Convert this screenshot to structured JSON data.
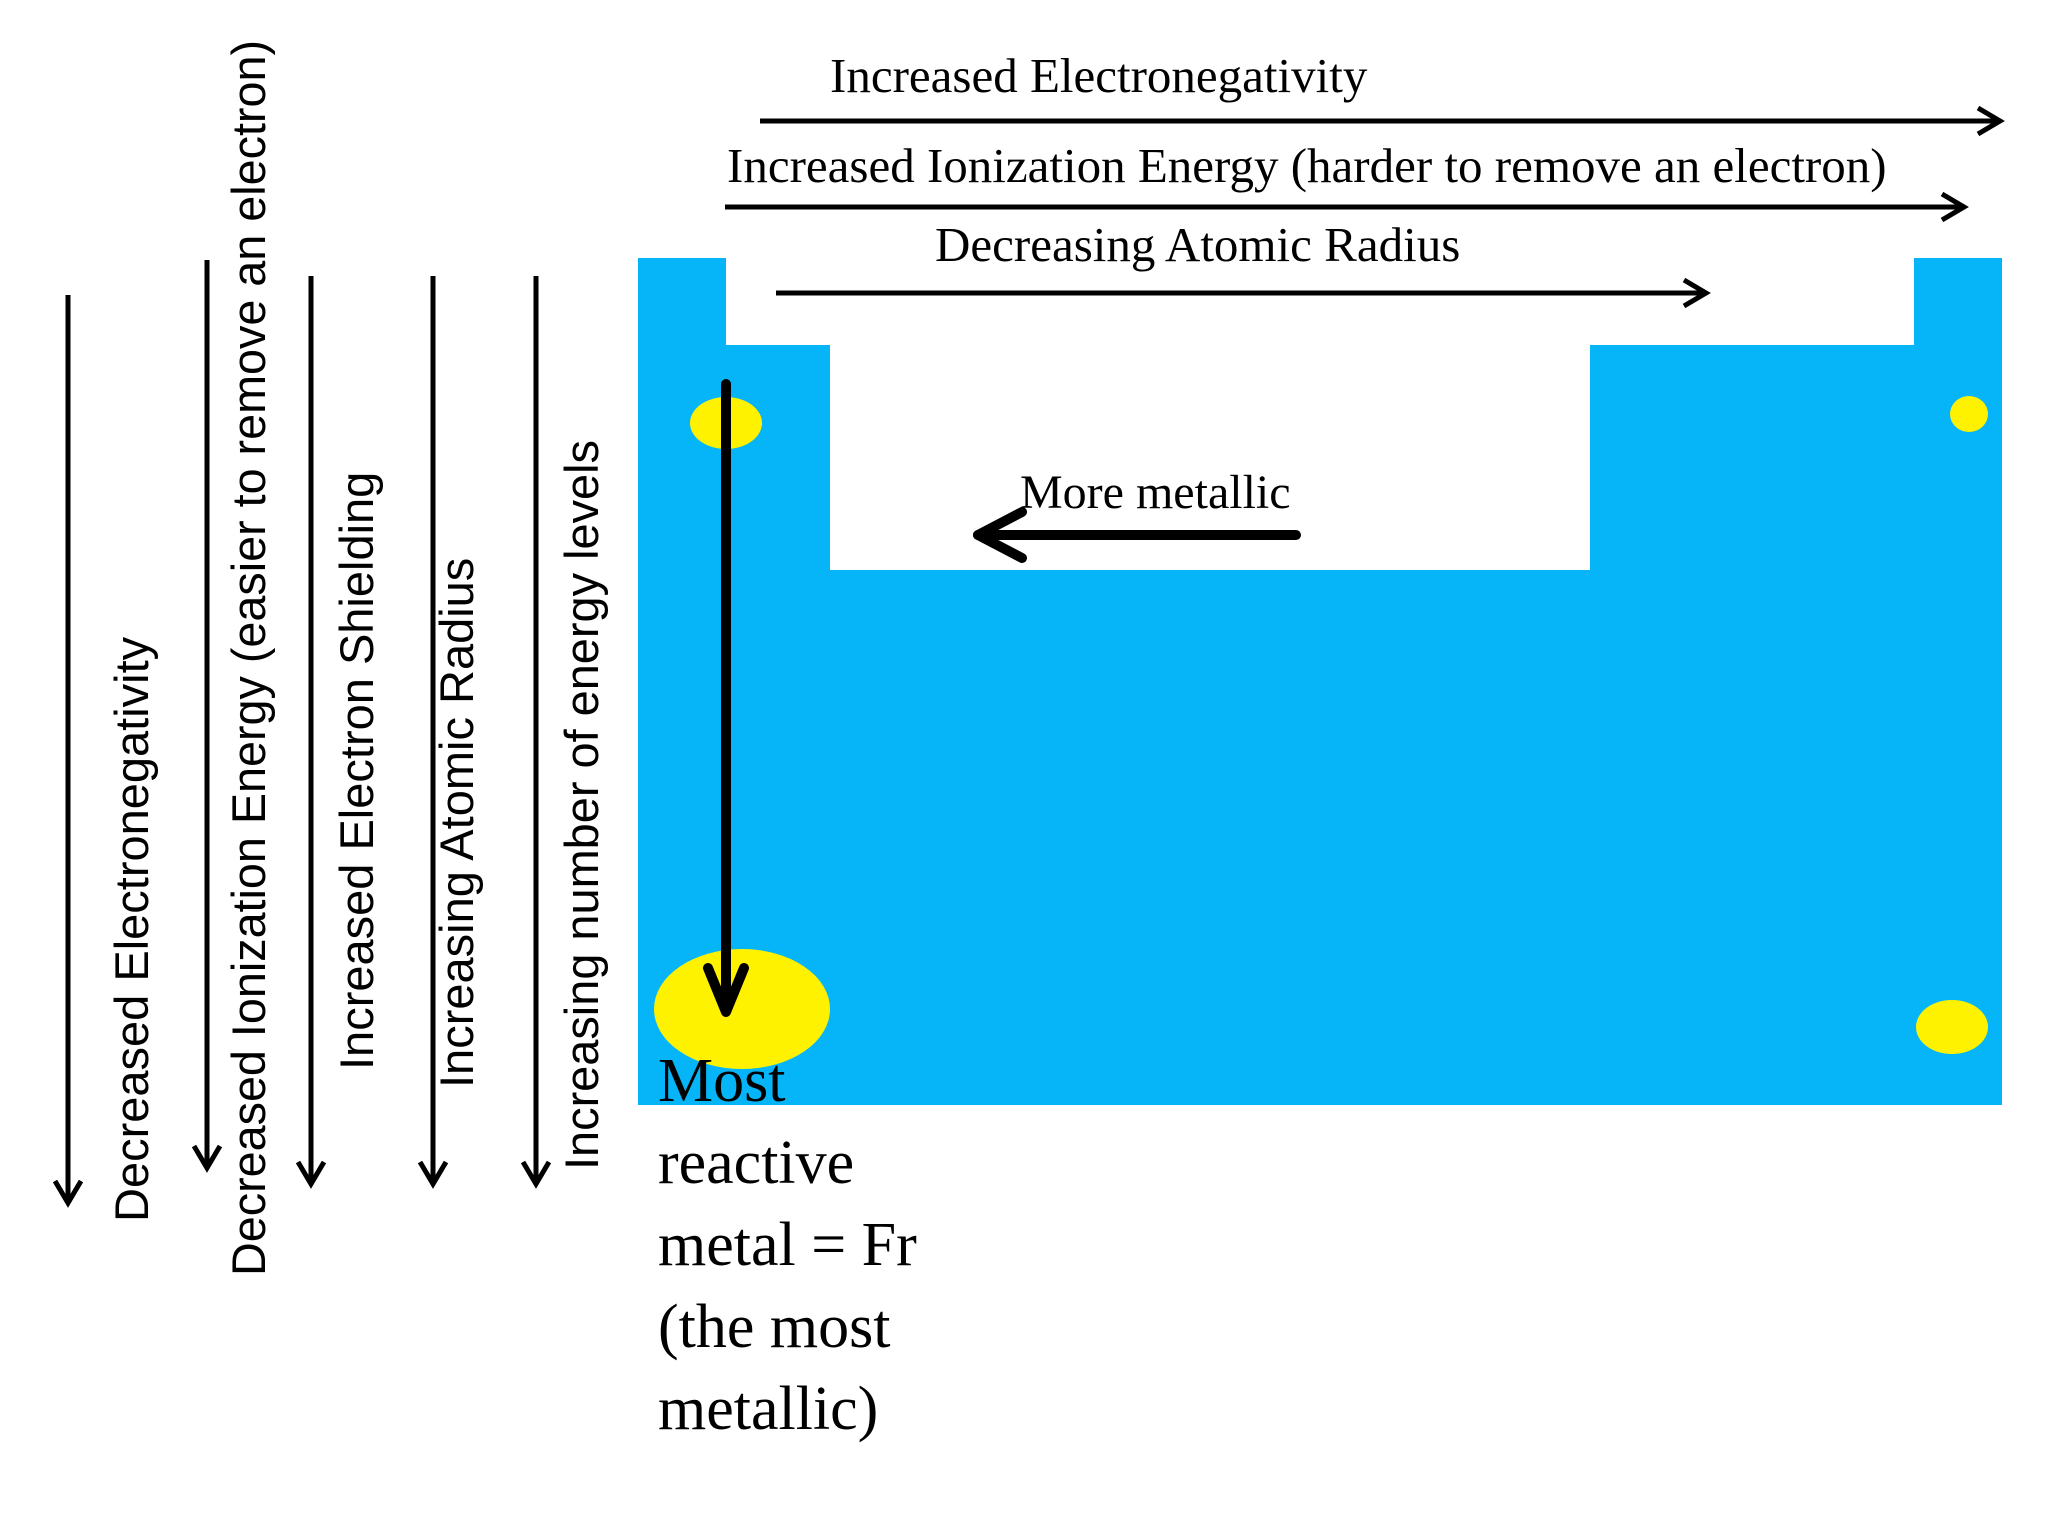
{
  "colors": {
    "table_fill": "#05B5F7",
    "highlight": "#FFF200",
    "arrow": "#000000",
    "background": "#FFFFFF"
  },
  "top_labels": {
    "electronegativity": "Increased Electronegativity",
    "ionization": "Increased Ionization Energy (harder to remove an electron)",
    "radius": "Decreasing Atomic Radius"
  },
  "side_labels": {
    "electronegativity": "Decreased Electronegativity",
    "ionization": "Decreased Ionization Energy (easier to remove an electron)",
    "shielding": "Increased Electron Shielding",
    "radius": "Increasing Atomic Radius",
    "energy_levels": "Increasing number of energy levels"
  },
  "metallic_label": "More metallic",
  "reactive_note": {
    "line1": "Most",
    "line2": "reactive",
    "line3": "metal = Fr",
    "line4": "(the most",
    "line5": "metallic)"
  },
  "icons": {
    "arrow": "arrow-icon",
    "highlight": "ellipse-highlight"
  }
}
